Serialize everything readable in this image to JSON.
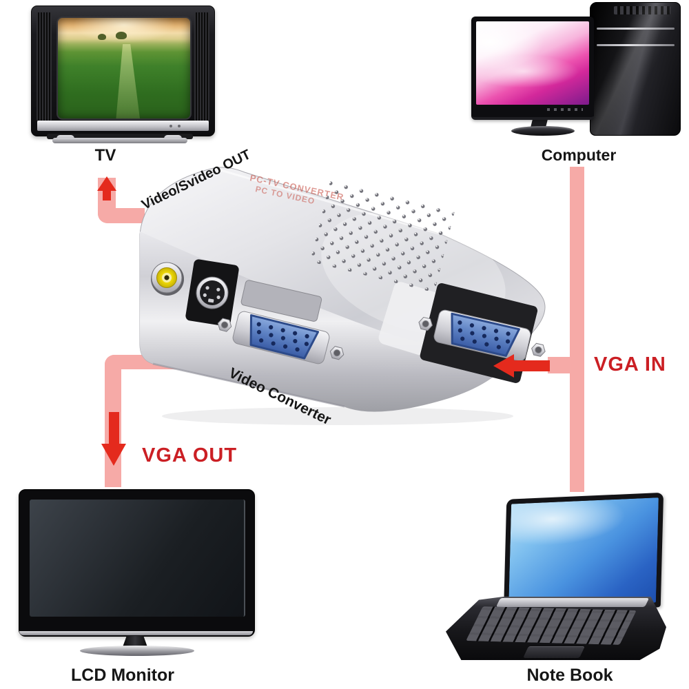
{
  "devices": {
    "tv": {
      "label": "TV"
    },
    "computer": {
      "label": "Computer"
    },
    "converter": {
      "label": "Video Converter",
      "print_line1": "PC-TV CONVERTER",
      "print_line2": "PC TO VIDEO"
    },
    "lcd_monitor": {
      "label": "LCD Monitor"
    },
    "notebook": {
      "label": "Note Book"
    }
  },
  "connections": {
    "tv_out": {
      "label": "Video/Svideo OUT"
    },
    "vga_in": {
      "label": "VGA IN"
    },
    "vga_out": {
      "label": "VGA OUT"
    }
  },
  "colors": {
    "label_red": "#cb1f24",
    "arrow_red": "#e42a1d",
    "cable_pink": "#f6aaa7",
    "rca_yellow": "#e8d307",
    "vga_blue": "#5f83c4",
    "body_silver": "#d9d9dd"
  }
}
